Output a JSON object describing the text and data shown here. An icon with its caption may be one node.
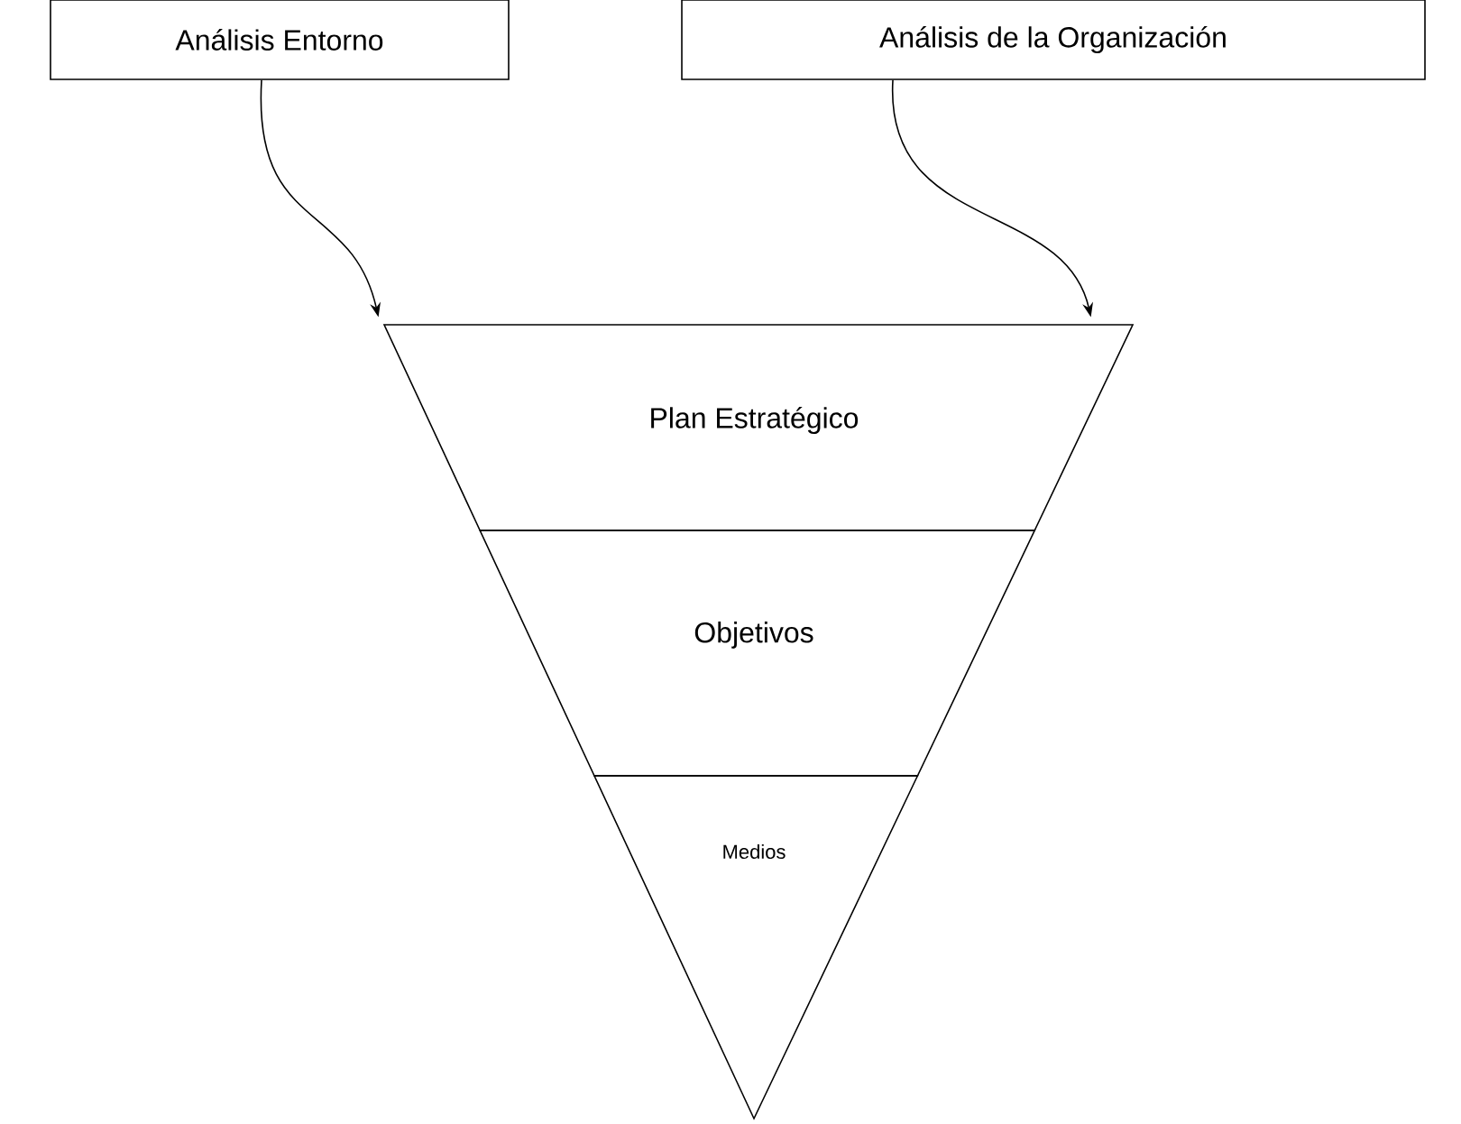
{
  "diagram": {
    "nodes": [
      {
        "text": [
          "Análisis Entorno"
        ]
      },
      {
        "text": [
          "Análisis de la Organización"
        ]
      },
      {
        "text": [
          "Plan Estratégico"
        ]
      },
      {
        "text": [
          "Objetivos"
        ]
      },
      {
        "text": [
          "Medios"
        ]
      }
    ],
    "edges": [
      {
        "from": 0,
        "to": 2,
        "arrow": "to"
      },
      {
        "from": 1,
        "to": 2,
        "arrow": "to"
      }
    ]
  }
}
